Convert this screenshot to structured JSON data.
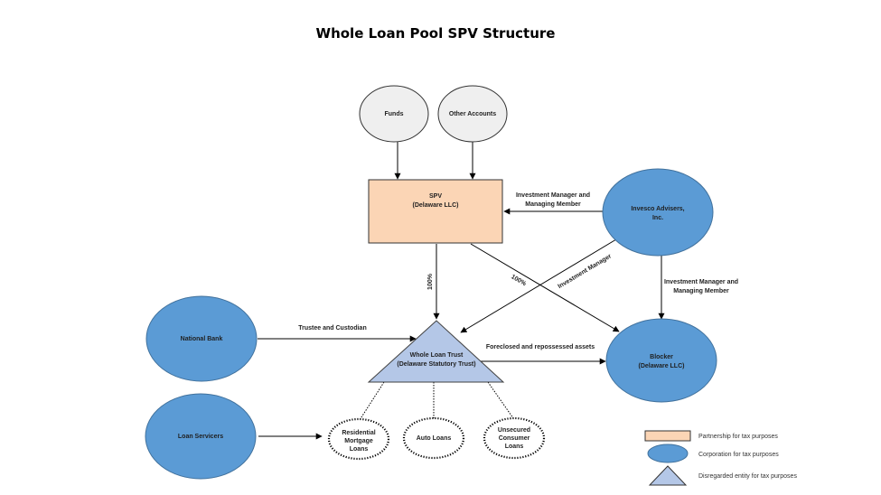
{
  "title": "Whole Loan Pool SPV Structure",
  "colors": {
    "partnership_fill": "#FBD5B5",
    "corporation_fill": "#5B9BD5",
    "disregarded_fill": "#B4C7E7",
    "investor_fill": "#EFEFEF",
    "stroke": "#333333"
  },
  "nodes": {
    "funds": {
      "label": "Funds",
      "type": "investor"
    },
    "other_accounts": {
      "label": "Other Accounts",
      "type": "investor"
    },
    "spv": {
      "label_line1": "SPV",
      "label_line2": "(Delaware LLC)",
      "type": "partnership"
    },
    "invesco": {
      "label_line1": "Invesco Advisers,",
      "label_line2": "Inc.",
      "type": "corporation"
    },
    "national_bank": {
      "label": "National Bank",
      "type": "corporation"
    },
    "whole_loan_trust": {
      "label_line1": "Whole Loan Trust",
      "label_line2": "(Delaware Statutory Trust)",
      "type": "disregarded"
    },
    "blocker": {
      "label_line1": "Blocker",
      "label_line2": "(Delaware LLC)",
      "type": "corporation"
    },
    "loan_servicers": {
      "label": "Loan Servicers",
      "type": "corporation"
    },
    "residential_mortgage_loans": {
      "label_line1": "Residential",
      "label_line2": "Mortgage",
      "label_line3": "Loans",
      "type": "asset"
    },
    "auto_loans": {
      "label": "Auto Loans",
      "type": "asset"
    },
    "unsecured_consumer_loans": {
      "label_line1": "Unsecured",
      "label_line2": "Consumer",
      "label_line3": "Loans",
      "type": "asset"
    }
  },
  "edges": {
    "invesco_to_spv": {
      "label_line1": "Investment Manager and",
      "label_line2": "Managing Member"
    },
    "invesco_to_blocker": {
      "label_line1": "Investment Manager and",
      "label_line2": "Managing Member"
    },
    "invesco_to_trust": {
      "label": "Investment Manager"
    },
    "spv_to_trust": {
      "label": "100%"
    },
    "spv_to_blocker": {
      "label": "100%"
    },
    "bank_to_trust": {
      "label": "Trustee and Custodian"
    },
    "trust_to_blocker": {
      "label": "Foreclosed and repossessed assets"
    }
  },
  "legend": [
    {
      "shape": "rectangle",
      "label": "Partnership for tax purposes"
    },
    {
      "shape": "ellipse",
      "label": "Corporation for tax purposes"
    },
    {
      "shape": "triangle",
      "label": "Disregarded entity for tax purposes"
    }
  ]
}
